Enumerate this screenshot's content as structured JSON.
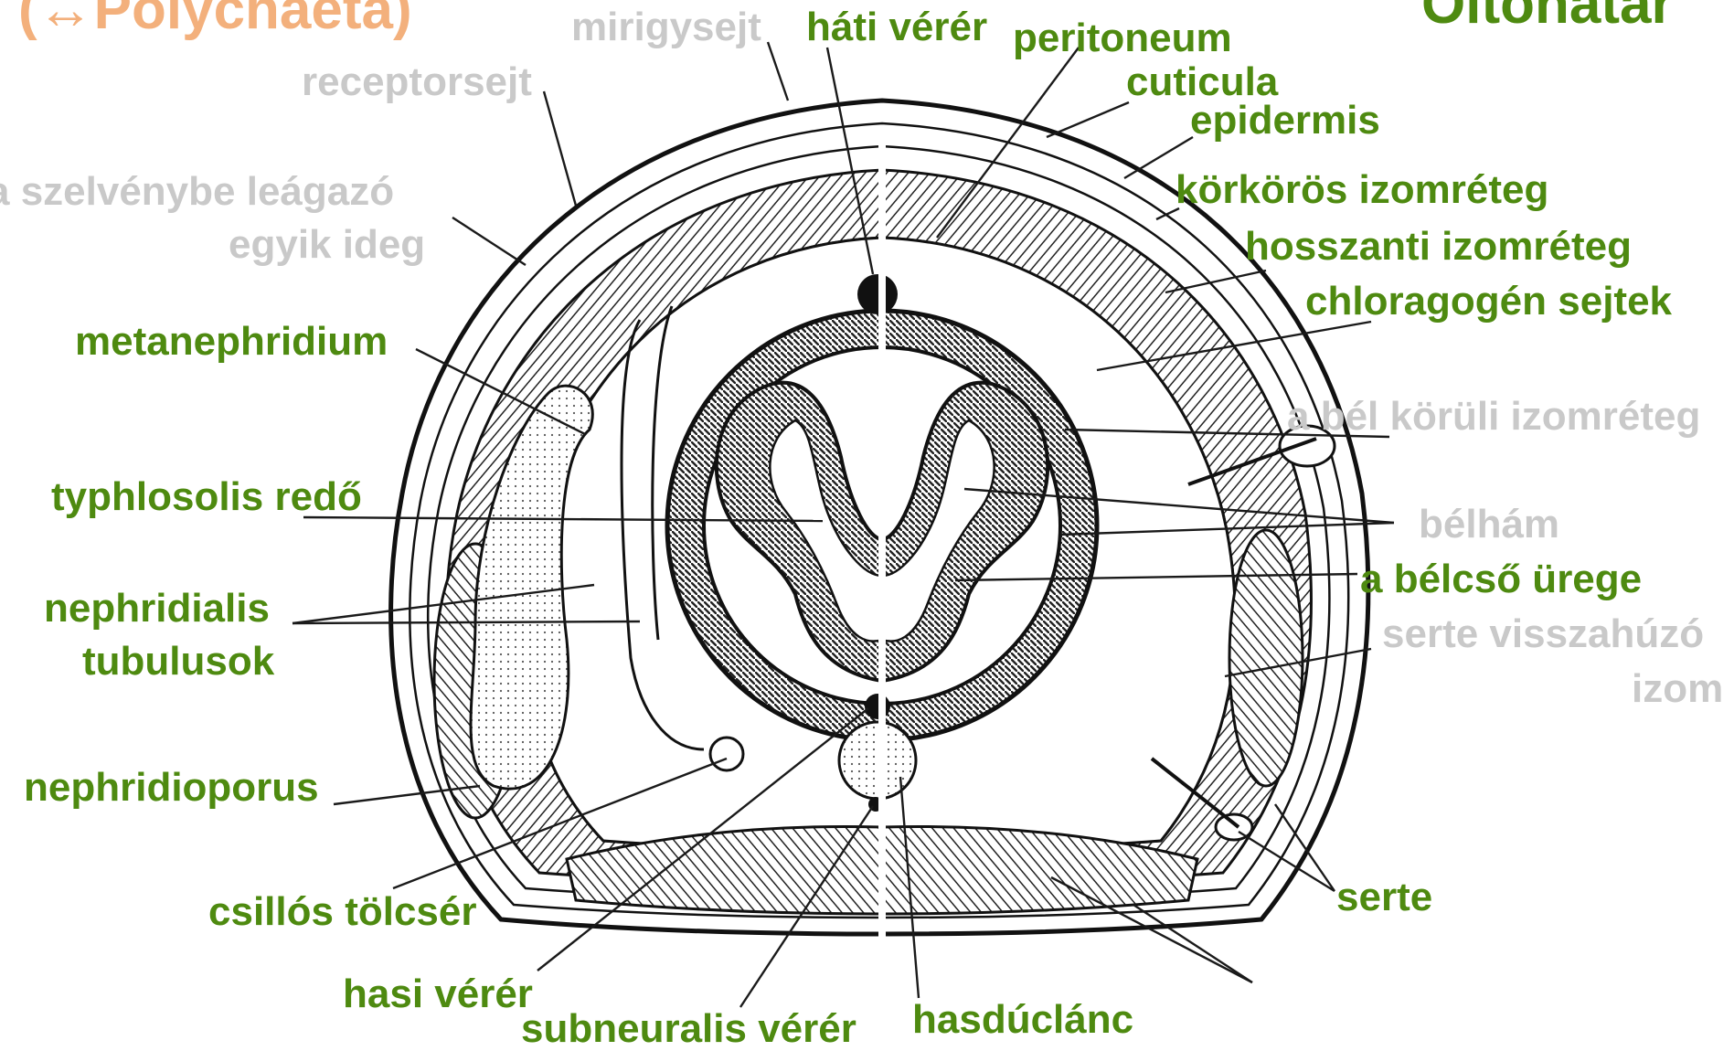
{
  "colors": {
    "active": "#4e8a10",
    "inactive": "#c9c9c9",
    "header": "#f3b07c",
    "line": "#1a1a1a"
  },
  "header": {
    "left_fragment": "(↔Polychaeta)",
    "right_fragment": "Oltonatar"
  },
  "labels": {
    "mirigysejt": "mirigysejt",
    "hati_verer": "háti vérér",
    "peritoneum": "peritoneum",
    "receptorsejt": "receptorsejt",
    "cuticula": "cuticula",
    "epidermis": "epidermis",
    "ideg_line1": "a szelvénybe leágazó",
    "ideg_line2": "egyik ideg",
    "korkoros": "körkörös izomréteg",
    "hosszanti": "hosszanti izomréteg",
    "chloragogen": "chloragogén sejtek",
    "metanephridium": "metanephridium",
    "bel_koruli": "a bél körüli izomréteg",
    "typhlosolis": "typhlosolis redő",
    "belham": "bélhám",
    "nephridialis_line1": "nephridialis",
    "nephridialis_line2": "tubulusok",
    "belcso": "a bélcső ürege",
    "serte_vissza_line1": "serte visszahúzó",
    "serte_vissza_line2": "izom",
    "nephridioporus": "nephridioporus",
    "csillos": "csillós tölcsér",
    "serte": "serte",
    "hasi_verer": "hasi vérér",
    "subneuralis": "subneuralis vérér",
    "hasduclanc": "hasdúclánc"
  }
}
